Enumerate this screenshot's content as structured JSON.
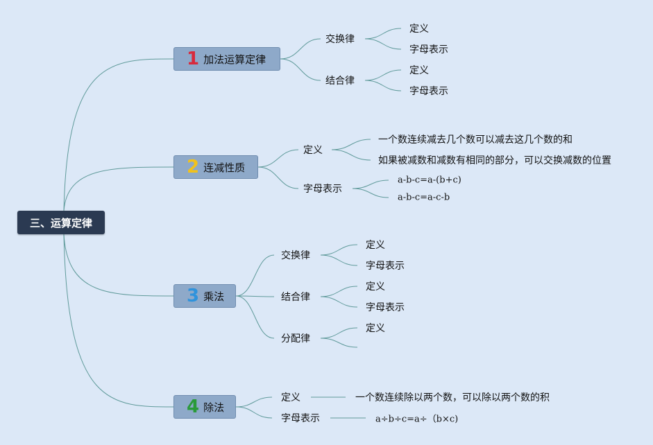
{
  "root": {
    "label": "三、运算定律"
  },
  "branches": [
    {
      "number": "1",
      "number_color": "#d82a3c",
      "label": "加法运算定律",
      "children": [
        {
          "label": "交换律",
          "leaves": [
            "定义",
            "字母表示"
          ]
        },
        {
          "label": "结合律",
          "leaves": [
            "定义",
            "字母表示"
          ]
        }
      ]
    },
    {
      "number": "2",
      "number_color": "#f2c21b",
      "label": "连减性质",
      "children": [
        {
          "label": "定义",
          "leaves": [
            "一个数连续减去几个数可以减去这几个数的和",
            "如果被减数和减数有相同的部分，可以交换减数的位置"
          ]
        },
        {
          "label": "字母表示",
          "leaves": [
            "a-b-c=a-(b+c)",
            "a-b-c=a-c-b"
          ]
        }
      ]
    },
    {
      "number": "3",
      "number_color": "#2f93dc",
      "label": "乘法",
      "children": [
        {
          "label": "交换律",
          "leaves": [
            "定义",
            "字母表示"
          ]
        },
        {
          "label": "结合律",
          "leaves": [
            "定义",
            "字母表示"
          ]
        },
        {
          "label": "分配律",
          "leaves": [
            "定义",
            ""
          ]
        }
      ]
    },
    {
      "number": "4",
      "number_color": "#2a9a3a",
      "label": "除法",
      "children": [
        {
          "label": "定义",
          "leaves": [
            "一个数连续除以两个数，可以除以两个数的积"
          ]
        },
        {
          "label": "字母表示",
          "leaves": [
            "a÷b÷c=a÷（b×c)"
          ]
        }
      ]
    }
  ],
  "colors": {
    "background": "#dce8f7",
    "line": "#5f9a9a",
    "root": "#2b3a52",
    "branch": "#8ea9c9"
  }
}
